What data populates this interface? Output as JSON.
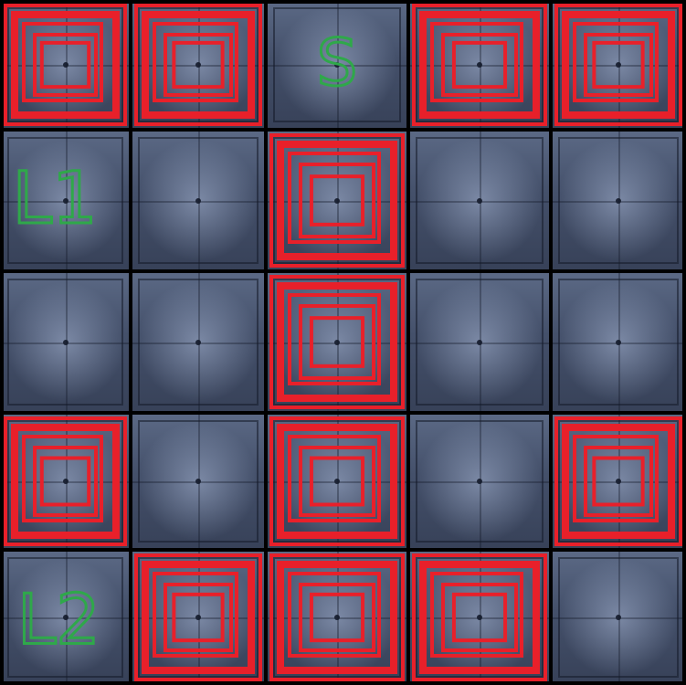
{
  "board": {
    "rows": 5,
    "cols": 5,
    "grid_color": "#000000",
    "target_color": "#e8202a",
    "label_color": "#2fa84a",
    "target_cells": [
      {
        "r": 0,
        "c": 0
      },
      {
        "r": 0,
        "c": 1
      },
      {
        "r": 0,
        "c": 3
      },
      {
        "r": 0,
        "c": 4
      },
      {
        "r": 1,
        "c": 2
      },
      {
        "r": 2,
        "c": 2
      },
      {
        "r": 3,
        "c": 0
      },
      {
        "r": 3,
        "c": 2
      },
      {
        "r": 3,
        "c": 4
      },
      {
        "r": 4,
        "c": 1
      },
      {
        "r": 4,
        "c": 2
      },
      {
        "r": 4,
        "c": 3
      }
    ],
    "labels": [
      {
        "r": 0,
        "c": 2,
        "text": "S"
      },
      {
        "r": 1,
        "c": 0,
        "text": "L1"
      },
      {
        "r": 4,
        "c": 0,
        "text": "L2"
      }
    ]
  }
}
